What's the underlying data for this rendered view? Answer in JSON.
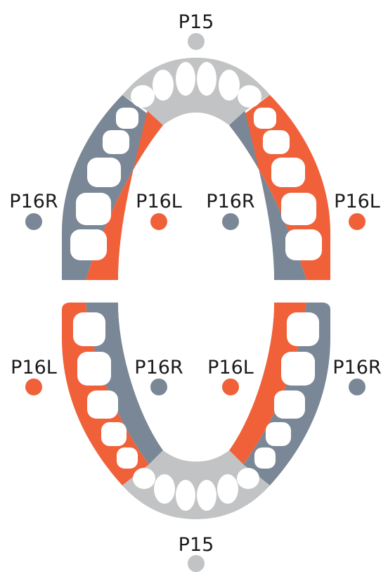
{
  "colors": {
    "front": "#c1c3c4",
    "right": "#7a8796",
    "left": "#f0613a",
    "tooth": "#ffffff",
    "text": "#1b1b1b"
  },
  "labels": {
    "top_center": "P15",
    "upper_outer_left": "P16R",
    "upper_inner_left": "P16L",
    "upper_inner_right": "P16R",
    "upper_outer_right": "P16L",
    "lower_outer_left": "P16L",
    "lower_inner_left": "P16R",
    "lower_inner_right": "P16L",
    "lower_outer_right": "P16R",
    "bottom_center": "P15"
  },
  "legend": [
    {
      "key": "top_center",
      "color": "front"
    },
    {
      "key": "upper_outer_left",
      "color": "right"
    },
    {
      "key": "upper_inner_left",
      "color": "left"
    },
    {
      "key": "upper_inner_right",
      "color": "right"
    },
    {
      "key": "upper_outer_right",
      "color": "left"
    },
    {
      "key": "lower_outer_left",
      "color": "left"
    },
    {
      "key": "lower_inner_left",
      "color": "right"
    },
    {
      "key": "lower_inner_right",
      "color": "left"
    },
    {
      "key": "lower_outer_right",
      "color": "right"
    },
    {
      "key": "bottom_center",
      "color": "front"
    }
  ]
}
